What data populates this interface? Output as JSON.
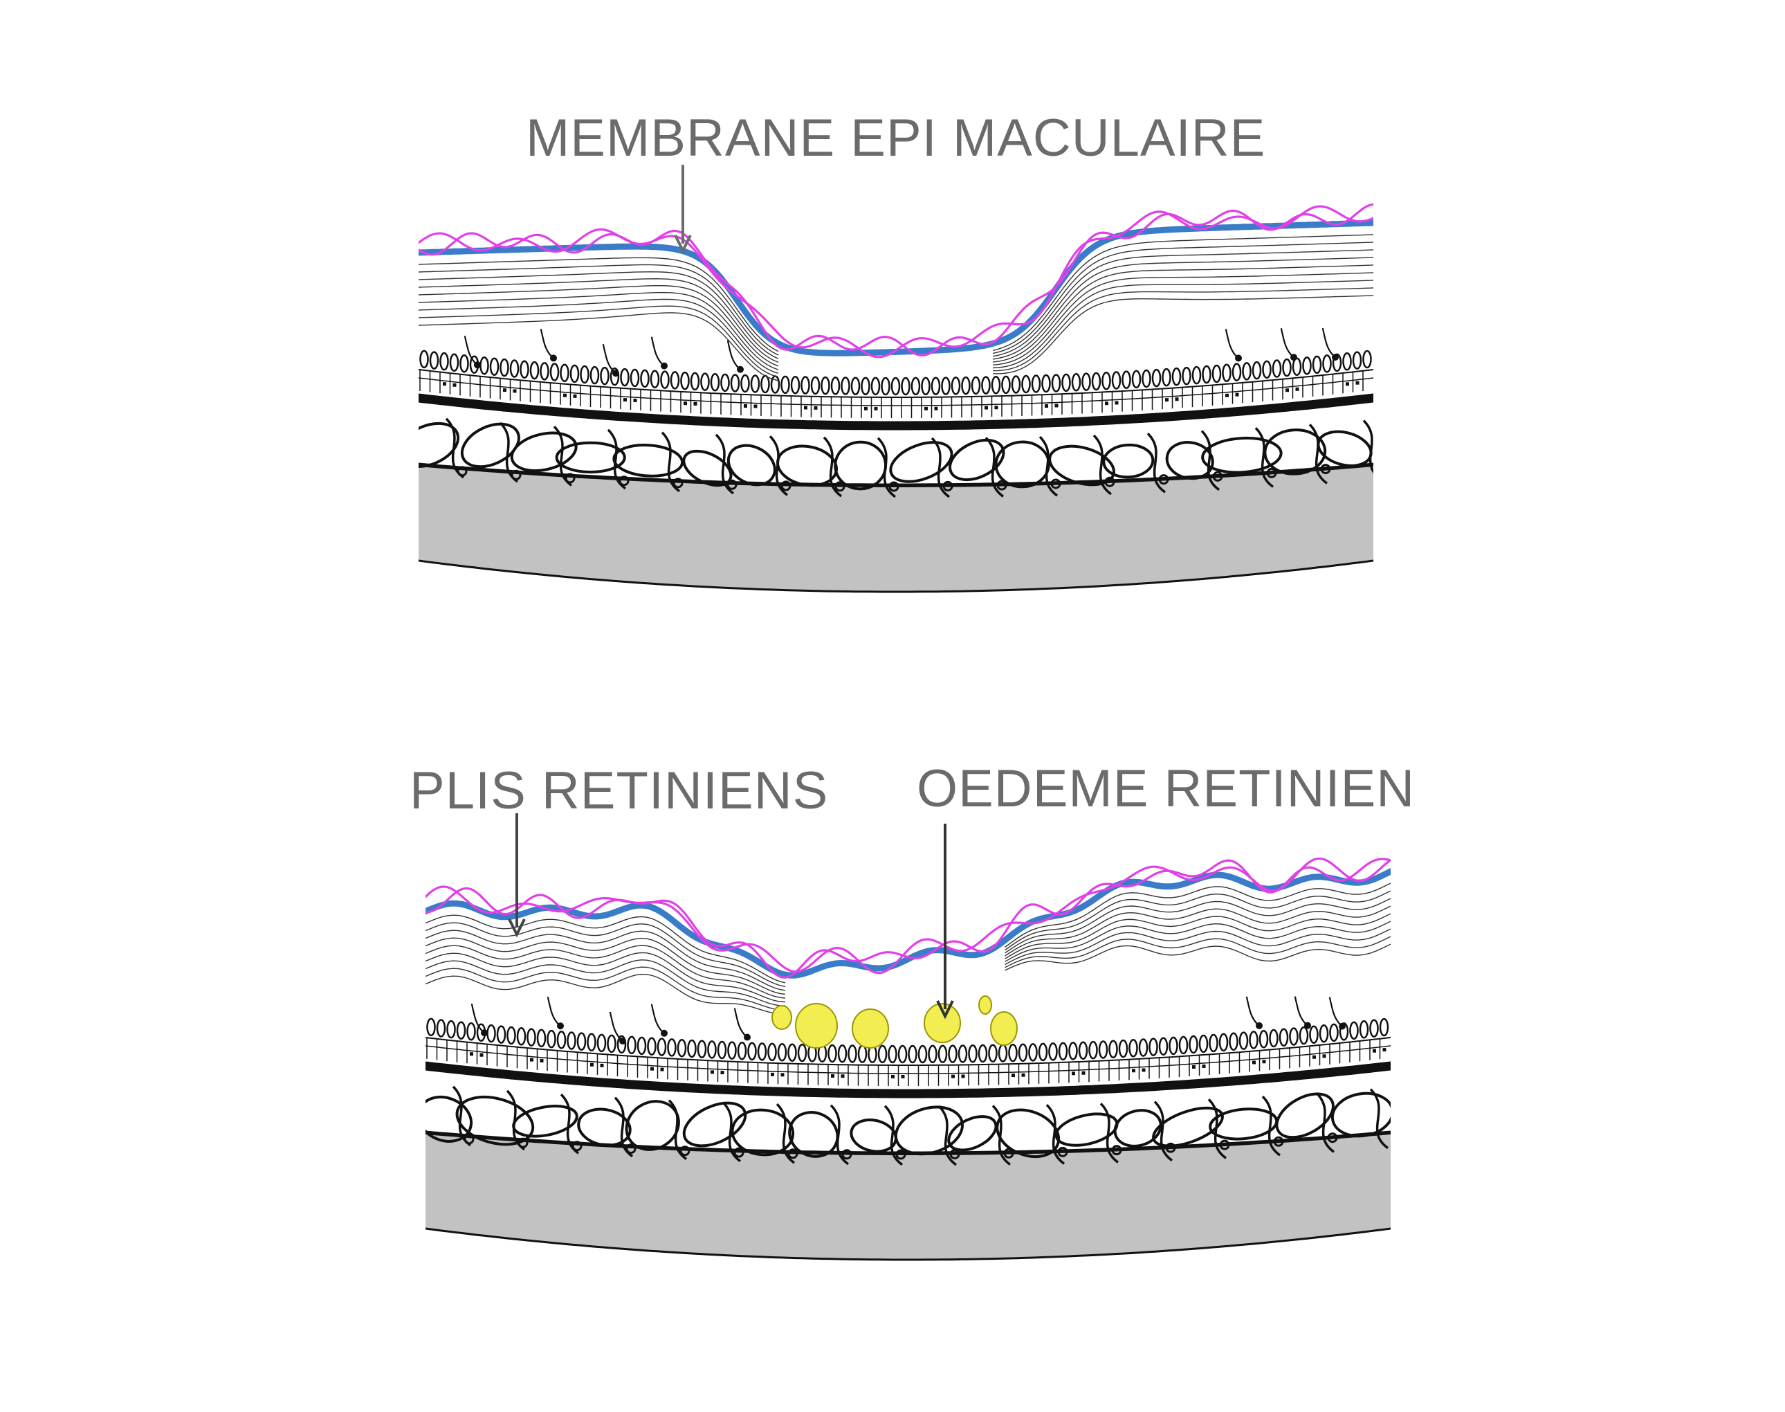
{
  "labels": {
    "top_annotation": "MEMBRANE EPI MACULAIRE",
    "bottom_left_annotation": "PLIS RETINIENS",
    "bottom_right_annotation": "OEDEME RETINIEN"
  },
  "colors": {
    "membrane": "#e040e8",
    "ilm": "#3a7cc8",
    "edema": "#f2ee52",
    "edema_stroke": "#9a9600",
    "sclera": "#c2c2c2",
    "ink": "#111111",
    "label": "#6b6b6b"
  },
  "panels": [
    {
      "name": "top-panel",
      "variant": "smooth"
    },
    {
      "name": "bottom-panel",
      "variant": "folded"
    }
  ]
}
